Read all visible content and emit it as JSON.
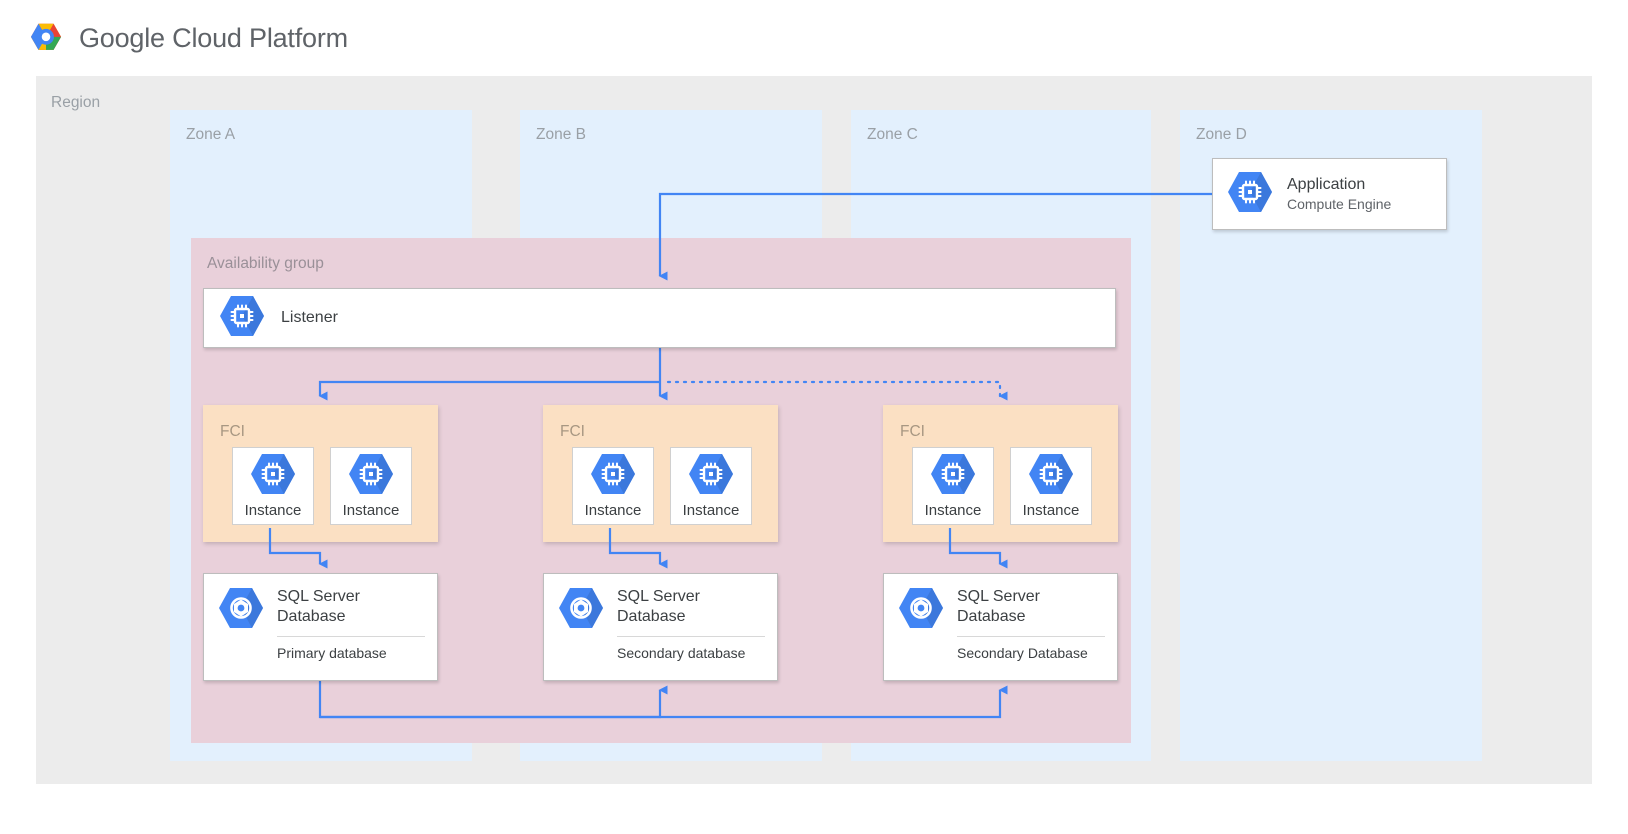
{
  "header": {
    "title": "Google Cloud Platform",
    "logo_icon": "google-cloud-logo",
    "colors": {
      "red": "#EA4335",
      "blue": "#4285F4",
      "yellow": "#FBBC05",
      "green": "#34A853"
    }
  },
  "region": {
    "label": "Region"
  },
  "zones": [
    {
      "id": "zone-a",
      "label": "Zone A"
    },
    {
      "id": "zone-b",
      "label": "Zone B"
    },
    {
      "id": "zone-c",
      "label": "Zone C"
    },
    {
      "id": "zone-d",
      "label": "Zone D"
    }
  ],
  "application": {
    "title": "Application",
    "subtitle": "Compute Engine",
    "icon": "compute-engine-icon"
  },
  "availability_group": {
    "label": "Availability group",
    "listener": {
      "label": "Listener",
      "icon": "compute-engine-icon"
    }
  },
  "fci_groups": [
    {
      "id": "fci-a",
      "label": "FCI",
      "instances": [
        {
          "label": "Instance",
          "icon": "compute-engine-icon"
        },
        {
          "label": "Instance",
          "icon": "compute-engine-icon"
        }
      ]
    },
    {
      "id": "fci-b",
      "label": "FCI",
      "instances": [
        {
          "label": "Instance",
          "icon": "compute-engine-icon"
        },
        {
          "label": "Instance",
          "icon": "compute-engine-icon"
        }
      ]
    },
    {
      "id": "fci-c",
      "label": "FCI",
      "instances": [
        {
          "label": "Instance",
          "icon": "compute-engine-icon"
        },
        {
          "label": "Instance",
          "icon": "compute-engine-icon"
        }
      ]
    }
  ],
  "databases": [
    {
      "id": "db-a",
      "title": "SQL Server Database",
      "role": "Primary database",
      "icon": "sql-server-database-icon"
    },
    {
      "id": "db-b",
      "title": "SQL Server Database",
      "role": "Secondary database",
      "icon": "sql-server-database-icon"
    },
    {
      "id": "db-c",
      "title": "SQL Server Database",
      "role": "Secondary Database",
      "icon": "sql-server-database-icon"
    }
  ],
  "palette": {
    "region_bg": "#ECECEC",
    "zone_bg": "#E3F0FD",
    "availability_group_bg": "#E9D0DA",
    "fci_bg": "#FBE0C3",
    "connector": "#4285F4",
    "card_bg": "#FFFFFF"
  },
  "connectors": [
    {
      "from": "application",
      "to": "listener",
      "style": "solid",
      "arrow": "down"
    },
    {
      "from": "listener",
      "to": "fci-a",
      "style": "solid",
      "arrow": "down"
    },
    {
      "from": "listener",
      "to": "fci-b",
      "style": "solid",
      "arrow": "down"
    },
    {
      "from": "listener",
      "to": "fci-c",
      "style": "dotted",
      "arrow": "down"
    },
    {
      "from": "fci-a",
      "to": "db-a",
      "style": "solid",
      "arrow": "down"
    },
    {
      "from": "fci-b",
      "to": "db-b",
      "style": "solid",
      "arrow": "down"
    },
    {
      "from": "fci-c",
      "to": "db-c",
      "style": "solid",
      "arrow": "down"
    },
    {
      "from": "db-a",
      "to": "db-b",
      "style": "solid",
      "arrow": "up"
    },
    {
      "from": "db-a",
      "to": "db-c",
      "style": "solid",
      "arrow": "up"
    }
  ]
}
